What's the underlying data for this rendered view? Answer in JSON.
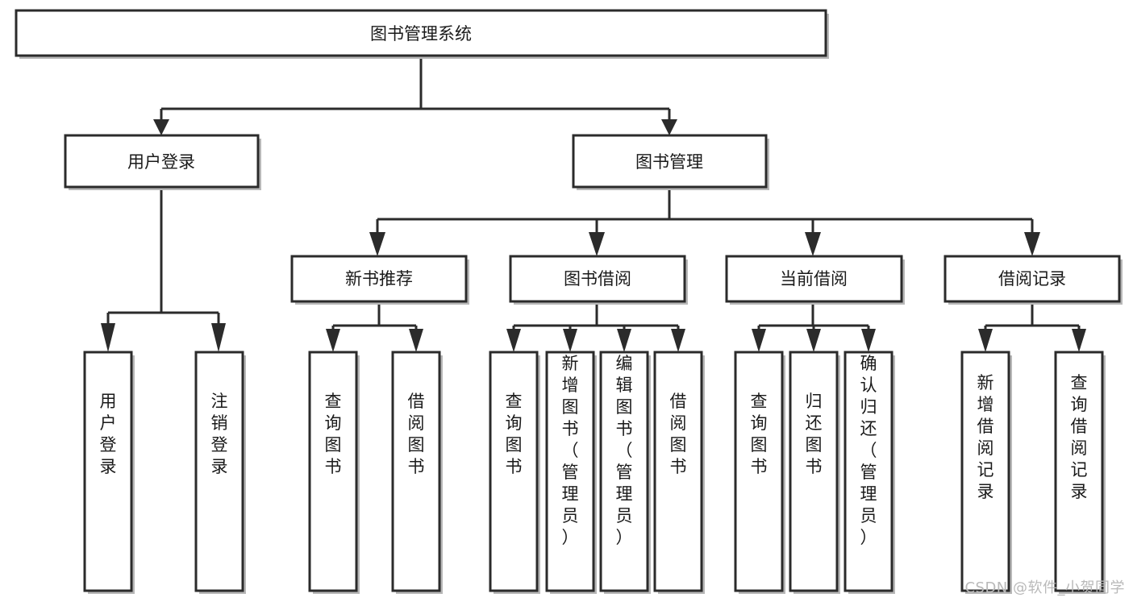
{
  "diagram": {
    "type": "tree",
    "title": "图书管理系统",
    "orientation": "top-down",
    "colors": {
      "box_fill": "#ffffff",
      "box_stroke": "#2b2b2b",
      "text": "#1a1a1a",
      "shadow": "#b8b8b8",
      "watermark": "#b9b9b9",
      "background": "#ffffff"
    },
    "nodes": {
      "root": {
        "label": "图书管理系统",
        "level": 0,
        "orientation": "horizontal"
      },
      "l1": [
        {
          "id": "user-login",
          "label": "用户登录",
          "orientation": "horizontal"
        },
        {
          "id": "book-manage",
          "label": "图书管理",
          "orientation": "horizontal"
        }
      ],
      "l2": [
        {
          "id": "new-book-recommend",
          "label": "新书推荐",
          "orientation": "horizontal"
        },
        {
          "id": "book-borrow",
          "label": "图书借阅",
          "orientation": "horizontal"
        },
        {
          "id": "current-borrow",
          "label": "当前借阅",
          "orientation": "horizontal"
        },
        {
          "id": "borrow-record",
          "label": "借阅记录",
          "orientation": "horizontal"
        }
      ],
      "leaves": {
        "user-login": [
          {
            "id": "leaf-user-login",
            "label": "用户登录",
            "orientation": "vertical"
          },
          {
            "id": "leaf-logout-login",
            "label": "注销登录",
            "orientation": "vertical"
          }
        ],
        "new-book-recommend": [
          {
            "id": "leaf-query-book-1",
            "label": "查询图书",
            "orientation": "vertical"
          },
          {
            "id": "leaf-borrow-book-1",
            "label": "借阅图书",
            "orientation": "vertical"
          }
        ],
        "book-borrow": [
          {
            "id": "leaf-query-book-2",
            "label": "查询图书",
            "orientation": "vertical"
          },
          {
            "id": "leaf-add-book",
            "label": "新增图书（管理员）",
            "orientation": "vertical"
          },
          {
            "id": "leaf-edit-book",
            "label": "编辑图书（管理员）",
            "orientation": "vertical"
          },
          {
            "id": "leaf-borrow-book-2",
            "label": "借阅图书",
            "orientation": "vertical"
          }
        ],
        "current-borrow": [
          {
            "id": "leaf-query-book-3",
            "label": "查询图书",
            "orientation": "vertical"
          },
          {
            "id": "leaf-return-book",
            "label": "归还图书",
            "orientation": "vertical"
          },
          {
            "id": "leaf-confirm-return",
            "label": "确认归还（管理员）",
            "orientation": "vertical"
          }
        ],
        "borrow-record": [
          {
            "id": "leaf-add-borrow-record",
            "label": "新增借阅记录",
            "orientation": "vertical"
          },
          {
            "id": "leaf-query-borrow-record",
            "label": "查询借阅记录",
            "orientation": "vertical"
          }
        ]
      }
    }
  },
  "watermark": {
    "text": "CSDN @软件_小贺同学"
  }
}
